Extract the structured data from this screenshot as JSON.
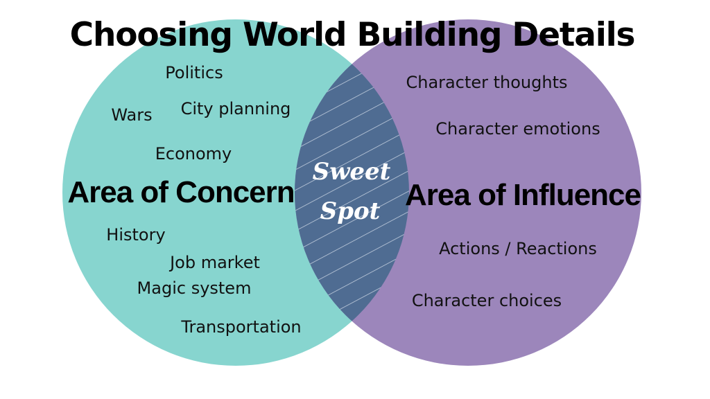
{
  "title": "Choosing World Building Details",
  "colors": {
    "left_circle": "#87d5cf",
    "right_circle": "#9c86bb",
    "overlap": "#4f6c92",
    "hatch": "#c8d3e2"
  },
  "left": {
    "label": "Area of Concern",
    "items": {
      "politics": "Politics",
      "wars": "Wars",
      "city_planning": "City planning",
      "economy": "Economy",
      "history": "History",
      "job_market": "Job market",
      "magic_system": "Magic system",
      "transportation": "Transportation"
    }
  },
  "right": {
    "label": "Area of Influence",
    "items": {
      "character_thoughts": "Character thoughts",
      "character_emotions": "Character emotions",
      "actions_reactions": "Actions / Reactions",
      "character_choices": "Character choices"
    }
  },
  "overlap": {
    "line1": "Sweet",
    "line2": "Spot"
  }
}
